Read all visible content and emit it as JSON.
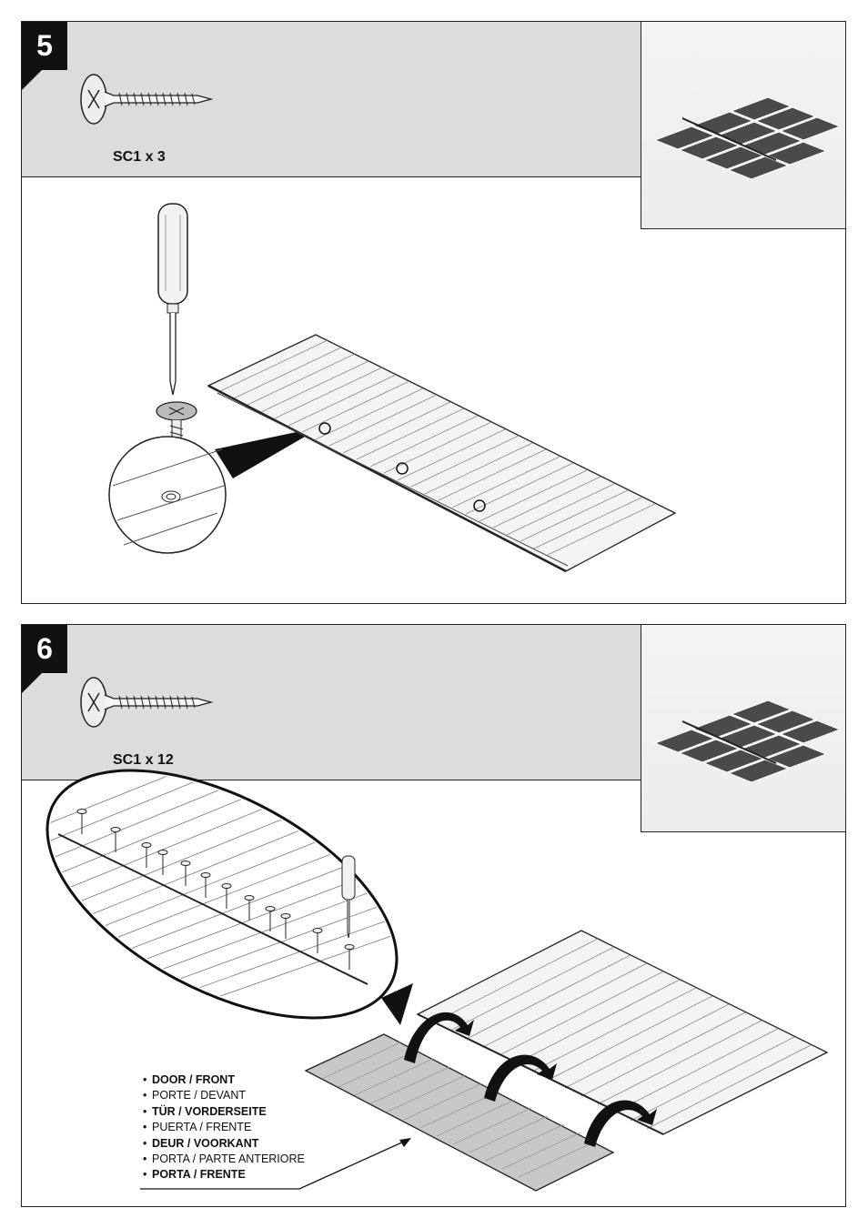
{
  "steps": [
    {
      "number": "5",
      "quantity": "SC1 x 3"
    },
    {
      "number": "6",
      "quantity": "SC1 x 12"
    }
  ],
  "labels": [
    {
      "text": "DOOR / FRONT",
      "bold": true
    },
    {
      "text": "PORTE / DEVANT",
      "bold": false
    },
    {
      "text": "TÜR / VORDERSEITE",
      "bold": true
    },
    {
      "text": "PUERTA / FRENTE",
      "bold": false
    },
    {
      "text": "DEUR / VOORKANT",
      "bold": true
    },
    {
      "text": "PORTA / PARTE ANTERIORE",
      "bold": false
    },
    {
      "text": "PORTA / FRENTE",
      "bold": true
    }
  ],
  "icons": [
    "screw-icon",
    "screwdriver-icon",
    "floor-thumbnail-icon",
    "zoom-circle-icon",
    "arrow-icon"
  ]
}
